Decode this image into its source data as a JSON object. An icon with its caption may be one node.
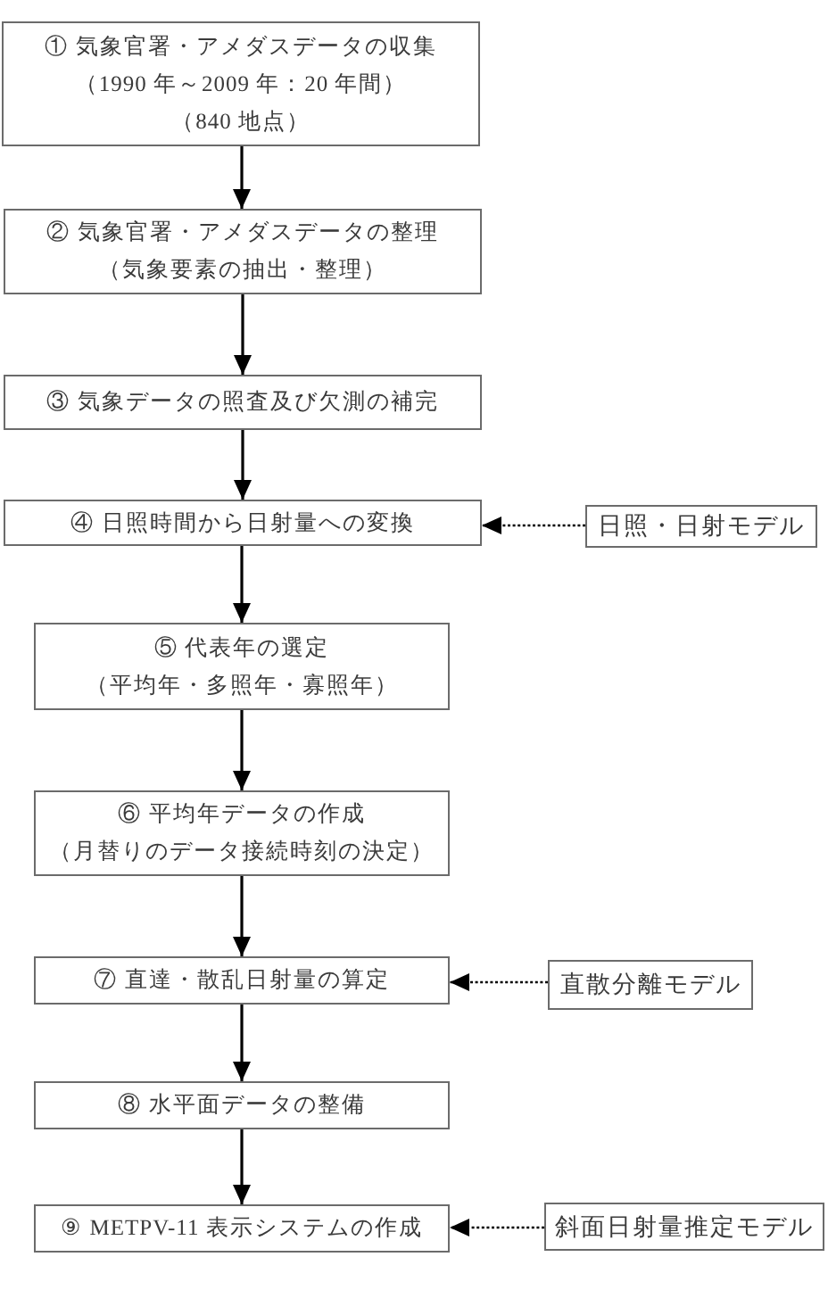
{
  "diagram": {
    "nodes": [
      {
        "text": [
          "① 気象官署・アメダスデータの収集",
          "（1990 年～2009 年：20 年間）",
          "（840 地点）"
        ]
      },
      {
        "text": [
          "② 気象官署・アメダスデータの整理",
          "（気象要素の抽出・整理）"
        ]
      },
      {
        "text": [
          "③ 気象データの照査及び欠測の補完"
        ]
      },
      {
        "text": [
          "④ 日照時間から日射量への変換"
        ]
      },
      {
        "text": [
          "日照・日射モデル"
        ]
      },
      {
        "text": [
          "⑤ 代表年の選定",
          "（平均年・多照年・寡照年）"
        ]
      },
      {
        "text": [
          "⑥ 平均年データの作成",
          "（月替りのデータ接続時刻の決定）"
        ]
      },
      {
        "text": [
          "⑦ 直達・散乱日射量の算定"
        ]
      },
      {
        "text": [
          "直散分離モデル"
        ]
      },
      {
        "text": [
          "⑧ 水平面データの整備"
        ]
      },
      {
        "text": [
          "⑨ METPV-11 表示システムの作成"
        ]
      },
      {
        "text": [
          "斜面日射量推定モデル"
        ]
      }
    ],
    "edges": [
      {
        "from": 0,
        "to": 1,
        "arrow": "to"
      },
      {
        "from": 1,
        "to": 2,
        "arrow": "to"
      },
      {
        "from": 2,
        "to": 3,
        "arrow": "to"
      },
      {
        "from": 4,
        "to": 3,
        "arrow": "to",
        "style": "dashed"
      },
      {
        "from": 3,
        "to": 5,
        "arrow": "to"
      },
      {
        "from": 5,
        "to": 6,
        "arrow": "to"
      },
      {
        "from": 6,
        "to": 7,
        "arrow": "to"
      },
      {
        "from": 8,
        "to": 7,
        "arrow": "to",
        "style": "dashed"
      },
      {
        "from": 7,
        "to": 9,
        "arrow": "to"
      },
      {
        "from": 9,
        "to": 10,
        "arrow": "to"
      },
      {
        "from": 11,
        "to": 10,
        "arrow": "to",
        "style": "dashed"
      }
    ]
  }
}
